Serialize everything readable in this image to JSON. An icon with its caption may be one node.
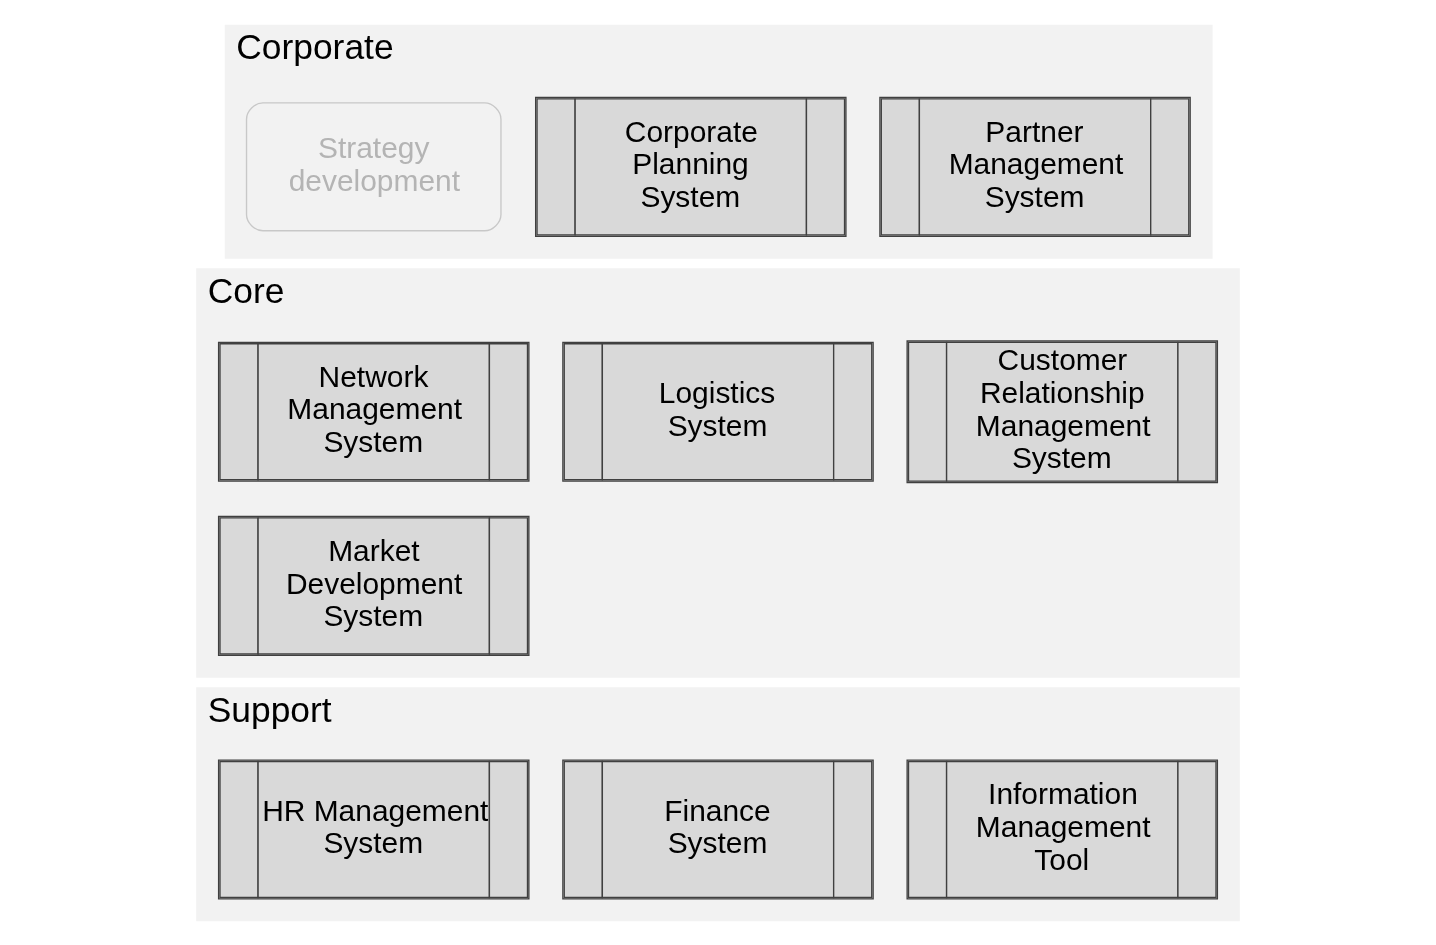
{
  "diagram": {
    "nodes": [
      {
        "text": [
          "Corporate"
        ]
      },
      {
        "text": [
          "Strategy development"
        ],
        "in": 0
      },
      {
        "text": [
          "Corporate Planning System"
        ],
        "in": 0
      },
      {
        "text": [
          "Partner Management System"
        ],
        "in": 0
      },
      {
        "text": [
          "Core"
        ]
      },
      {
        "text": [
          "Network Management System"
        ],
        "in": 4
      },
      {
        "text": [
          "Logistics System"
        ],
        "in": 4
      },
      {
        "text": [
          "Customer Relationship Management System"
        ],
        "in": 4
      },
      {
        "text": [
          "Market Development System"
        ],
        "in": 4
      },
      {
        "text": [
          "Support"
        ]
      },
      {
        "text": [
          "HR Management System"
        ],
        "in": 9
      },
      {
        "text": [
          "Finance System"
        ],
        "in": 9
      },
      {
        "text": [
          "Information Management Tool"
        ],
        "in": 9
      }
    ]
  }
}
